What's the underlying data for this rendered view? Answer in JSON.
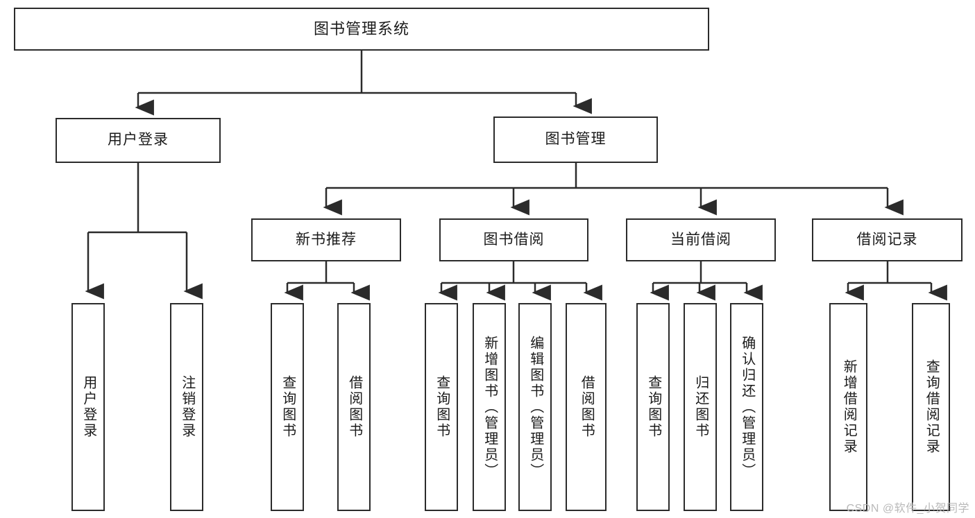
{
  "diagram": {
    "title": "图书管理系统",
    "type": "function-structure-tree",
    "root": {
      "label": "图书管理系统"
    },
    "level2": [
      {
        "id": "user-login",
        "label": "用户登录"
      },
      {
        "id": "book-manage",
        "label": "图书管理"
      }
    ],
    "level3": [
      {
        "id": "new-book-recommend",
        "label": "新书推荐",
        "parent": "book-manage"
      },
      {
        "id": "book-borrow",
        "label": "图书借阅",
        "parent": "book-manage"
      },
      {
        "id": "current-borrow",
        "label": "当前借阅",
        "parent": "book-manage"
      },
      {
        "id": "borrow-record",
        "label": "借阅记录",
        "parent": "book-manage"
      }
    ],
    "leaves": [
      {
        "id": "leaf-user-login",
        "label": "用户登录",
        "parent": "user-login"
      },
      {
        "id": "leaf-logout-login",
        "label": "注销登录",
        "parent": "user-login"
      },
      {
        "id": "leaf-query-book-1",
        "label": "查询图书",
        "parent": "new-book-recommend"
      },
      {
        "id": "leaf-borrow-book-1",
        "label": "借阅图书",
        "parent": "new-book-recommend"
      },
      {
        "id": "leaf-query-book-2",
        "label": "查询图书",
        "parent": "book-borrow"
      },
      {
        "id": "leaf-add-book",
        "label": "新增图书（管理员）",
        "parent": "book-borrow"
      },
      {
        "id": "leaf-edit-book",
        "label": "编辑图书（管理员）",
        "parent": "book-borrow"
      },
      {
        "id": "leaf-borrow-book-2",
        "label": "借阅图书",
        "parent": "book-borrow"
      },
      {
        "id": "leaf-query-book-3",
        "label": "查询图书",
        "parent": "current-borrow"
      },
      {
        "id": "leaf-return-book",
        "label": "归还图书",
        "parent": "current-borrow"
      },
      {
        "id": "leaf-confirm-return",
        "label": "确认归还（管理员）",
        "parent": "current-borrow"
      },
      {
        "id": "leaf-add-record",
        "label": "新增借阅记录",
        "parent": "borrow-record"
      },
      {
        "id": "leaf-query-record",
        "label": "查询借阅记录",
        "parent": "borrow-record"
      }
    ],
    "watermark": "CSDN @软件_小贺同学",
    "colors": {
      "stroke": "#2b2b2b",
      "fill": "#ffffff",
      "text": "#1a1a1a",
      "watermark": "#b9b9b9"
    }
  }
}
